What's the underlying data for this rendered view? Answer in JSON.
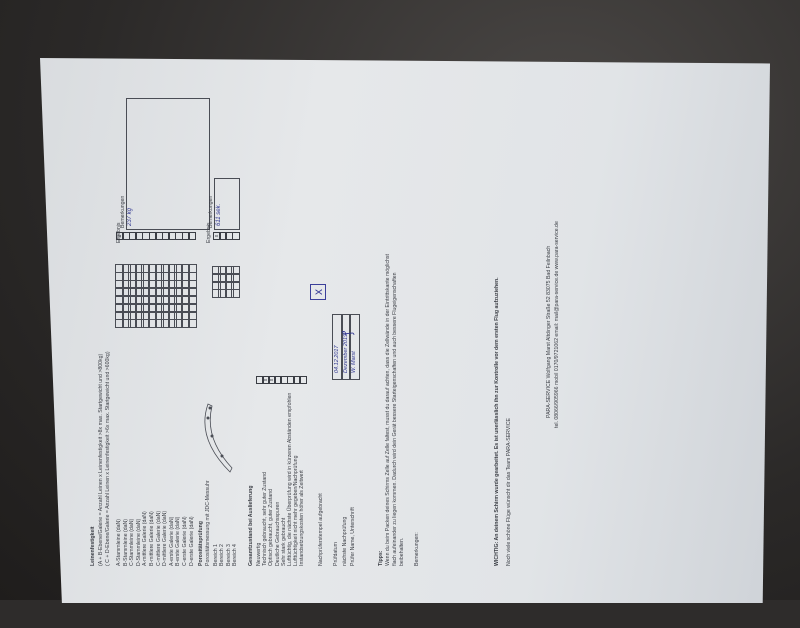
{
  "header": {
    "title": "Leinenfestigkeit",
    "line1": "(A + B-Ebene/Galerie = Anzahl Leinen x Leinenfestigkeit >8x max. Startgewicht und >800kg)",
    "line2": "( C + D-Ebene/Galerie = Anzahl Leinen x Leinenfestigkeit >6x max. Startgewicht und >600kg)"
  },
  "line_strength": {
    "rows": [
      "A-Stammleine (daN)",
      "B-Stammleine (daN)",
      "C-Stammleine (daN)",
      "D-Stammleine (daN)",
      "A-mittlere Galerie (daN)",
      "B-mittlere Galerie (daN)",
      "C-mittlere Galerie (daN)",
      "D-mittlere Galerie (daN)",
      "A-erste Galerie (daN)",
      "B-erste Galerie (daN)",
      "C-erste Galerie (daN)",
      "D-erste Galerie (daN)"
    ],
    "result_label": "Ergebnis",
    "remarks_label": "Bemerkungen",
    "remarks_value": "237 kg"
  },
  "porosity": {
    "title": "Porositätsprüfung",
    "subtitle": "Porositätsmessung mit JDC-Messuhr",
    "rows": [
      "Bereich 1",
      "Bereich 2",
      "Bereich 3",
      "Bereich 4"
    ],
    "result_label": "Ergebnis",
    "remarks_label": "Bemerkungen",
    "remarks_value": "611 sek."
  },
  "condition": {
    "title": "Gesamtzustand bei Auslieferung",
    "items": [
      "Neuwertig",
      "Technisch gebraucht, sehr guter Zustand",
      "Optisch gebraucht, guter Zustand",
      "Deutliche Gebrauchsspuren",
      "Sehr stark gebraucht",
      "Lufttüchtig, die nächste Überprüfung wird in kürzeren Abständen empfohlen",
      "Lufttüchtigkeit nicht mehr gegeben/Nachprüfung",
      "Instandsetzungskosten höher als Zeitwert"
    ]
  },
  "inspection": {
    "stamp_label": "Nachprüferstempel aufgebracht",
    "rows": [
      {
        "label": "Prüfdatum",
        "value": "04.12.2017"
      },
      {
        "label": "nächste Nachprüfung",
        "value": "Dezember 2019"
      },
      {
        "label": "Prüfer Name, Unterschrift",
        "value": "W. Marst"
      }
    ]
  },
  "tips": {
    "title": "Tipps:",
    "line1": "Wenn du beim Packen deines Schirms Zelle auf Zelle faltest, musst du darauf achten, dass die Zellwände in der Eintrittskante möglichst",
    "line2": "flach aufeinander zu liegen kommen. Dadurch wird dein Gerät bessere Starteigenschaften und auch bessere Flugeigenschaften",
    "line3": "beibehalten."
  },
  "remarks_label": "Bemerkungen:",
  "important": "WICHTIG: An deinem Schirm wurde gearbeitet. Es ist unerlässlich ihn zur Kontrolle vor dem ersten Flug aufzuziehen.",
  "closing": "Noch viele schöne Flüge wünscht dir das Team PARA-SERVICE",
  "footer": {
    "line1": "PARA-SERVICE   Wolfgang Marst   Altdinger Straße 52   83075 Bad Feilnbach",
    "line2": "tel. 08066/905966   mobil 0170/9721062   email: mail@para-service.de   www.para-service.de"
  },
  "marks": {
    "x": "x"
  }
}
